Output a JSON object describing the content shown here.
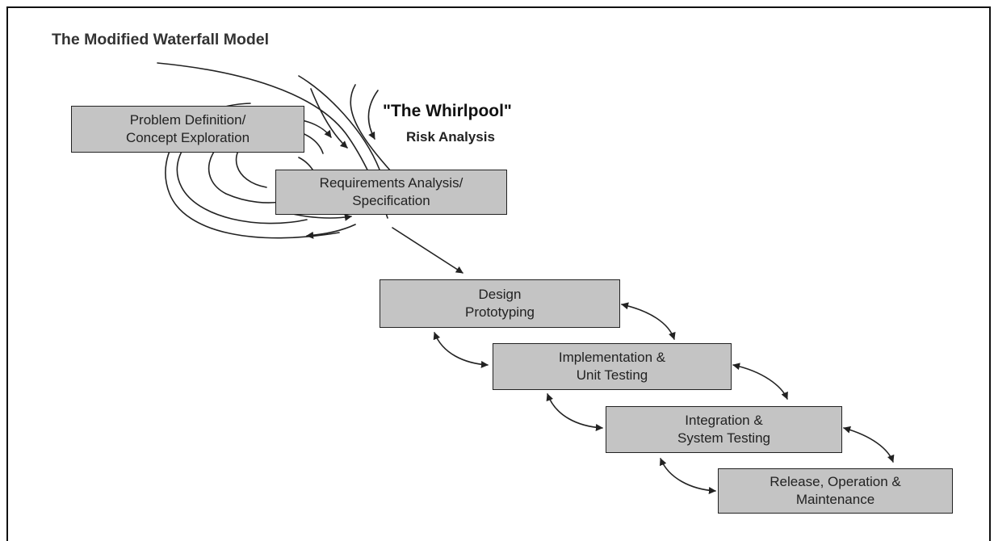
{
  "title": "The Modified Waterfall Model",
  "whirlpool": {
    "label": "\"The Whirlpool\"",
    "sublabel": "Risk Analysis"
  },
  "stages": [
    {
      "line1": "Problem Definition/",
      "line2": "Concept Exploration"
    },
    {
      "line1": "Requirements Analysis/",
      "line2": "Specification"
    },
    {
      "line1": "Design",
      "line2": "Prototyping"
    },
    {
      "line1": "Implementation &",
      "line2": "Unit Testing"
    },
    {
      "line1": "Integration &",
      "line2": "System Testing"
    },
    {
      "line1": "Release, Operation &",
      "line2": "Maintenance"
    }
  ],
  "colors": {
    "box_fill": "#c4c4c4",
    "stroke": "#222222",
    "background": "#ffffff"
  }
}
